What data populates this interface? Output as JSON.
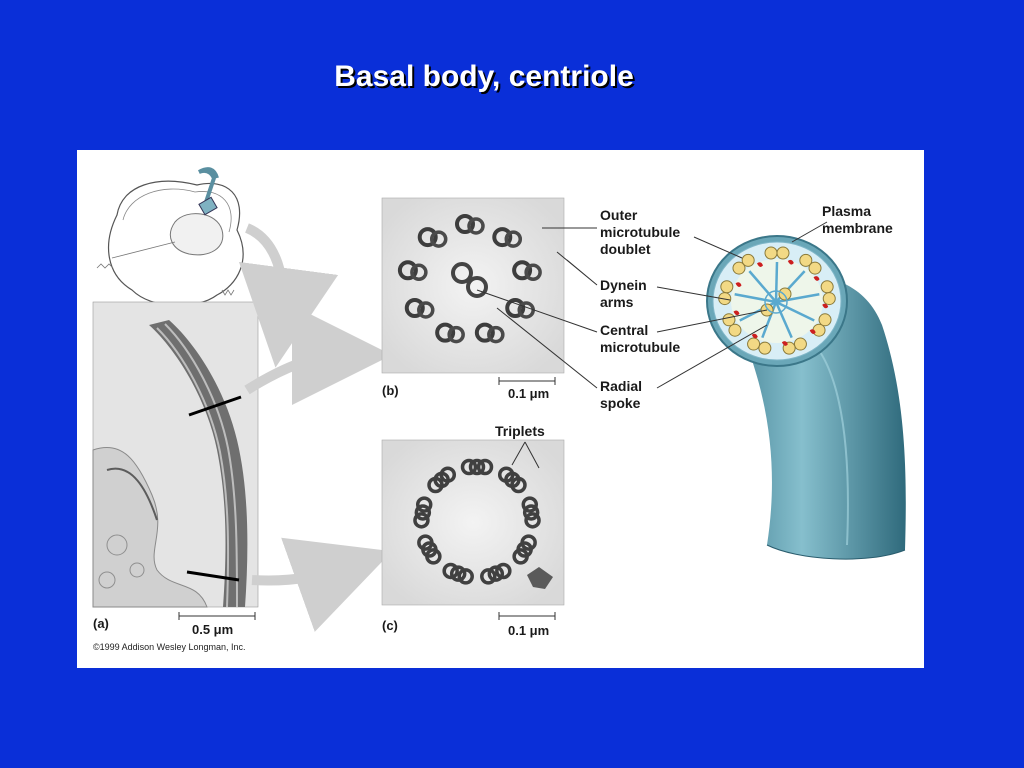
{
  "slide": {
    "title": "Basal body, centriole"
  },
  "figure": {
    "panel_a": {
      "tag": "(a)",
      "scale": "0.5 μm"
    },
    "panel_b": {
      "tag": "(b)",
      "scale": "0.1 μm"
    },
    "panel_c": {
      "tag": "(c)",
      "scale": "0.1 μm",
      "label_triplets": "Triplets"
    },
    "labels": {
      "outer_1": "Outer",
      "outer_2": "microtubule",
      "outer_3": "doublet",
      "dynein_1": "Dynein",
      "dynein_2": "arms",
      "central_1": "Central",
      "central_2": "microtubule",
      "radial_1": "Radial",
      "radial_2": "spoke",
      "plasma_1": "Plasma",
      "plasma_2": "membrane"
    },
    "copyright": "©1999 Addison Wesley Longman, Inc."
  },
  "colors": {
    "background": "#0a2fd8",
    "tube": "#5f9fb1",
    "doublet": "#f2d985",
    "dynein": "#cc1f1f",
    "spoke": "#5aa9cf"
  }
}
